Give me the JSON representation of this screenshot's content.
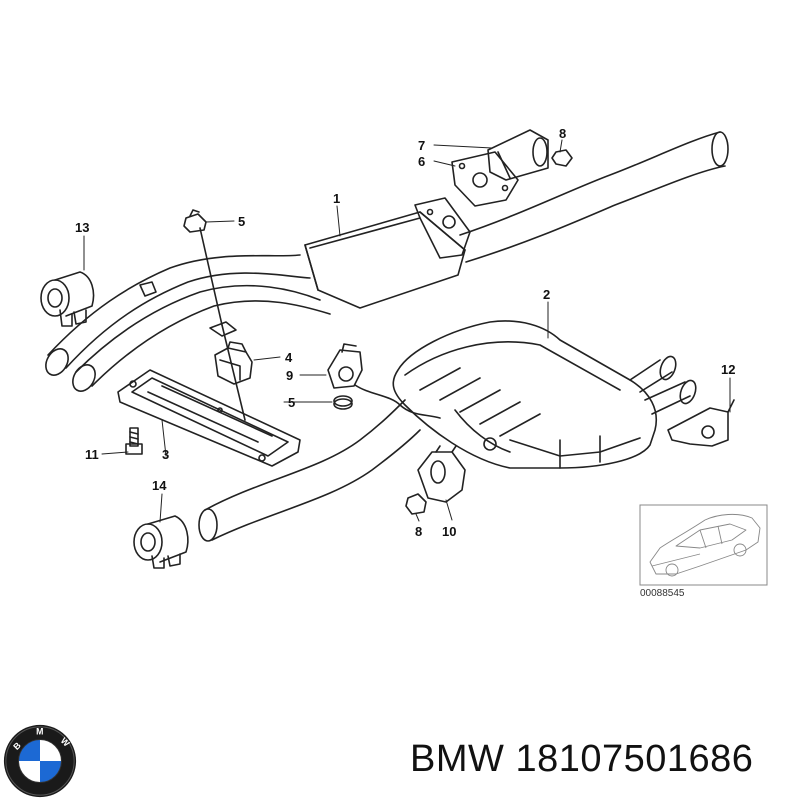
{
  "diagram": {
    "callouts": [
      "1",
      "2",
      "3",
      "4",
      "5",
      "5",
      "6",
      "7",
      "8",
      "8",
      "9",
      "10",
      "11",
      "12",
      "13",
      "14"
    ],
    "reference_number": "00088545"
  },
  "caption": {
    "brand": "BMW",
    "part_number": "18107501686"
  },
  "logo": {
    "letters": [
      "B",
      "M",
      "W"
    ]
  },
  "colors": {
    "line": "#222222",
    "blue": "#1c69d4",
    "white": "#ffffff"
  }
}
